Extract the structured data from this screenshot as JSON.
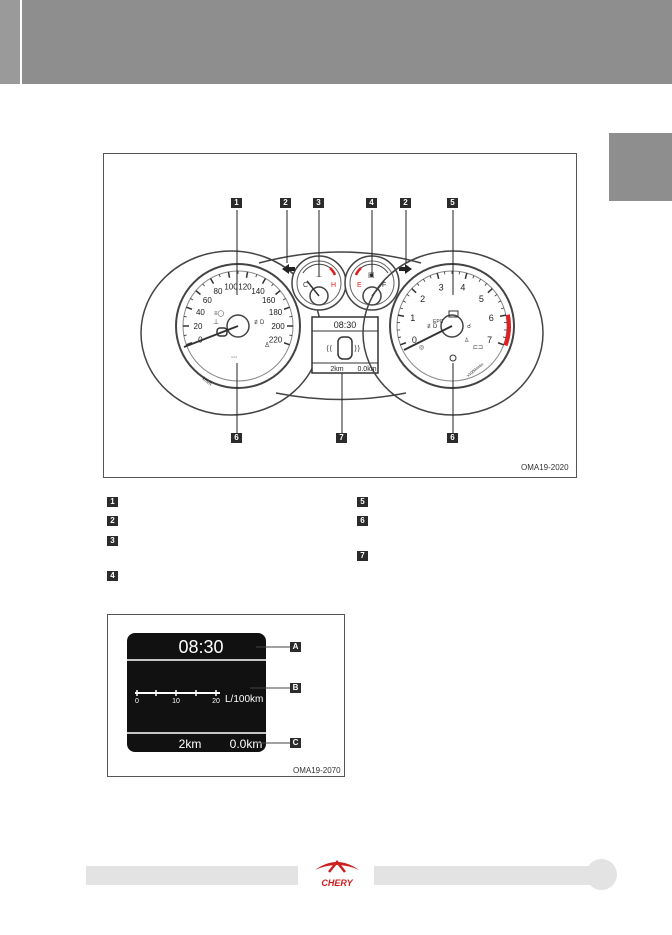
{
  "figure1": {
    "code": "OMA19-2020",
    "speedometer": {
      "ticks": [
        "0",
        "20",
        "40",
        "60",
        "80",
        "100",
        "120",
        "140",
        "160",
        "180",
        "200",
        "220"
      ],
      "unit": "km/h"
    },
    "tachometer": {
      "ticks": [
        "0",
        "1",
        "2",
        "3",
        "4",
        "5",
        "6",
        "7"
      ],
      "unit": "x1000r/min",
      "epc_label": "EPC"
    },
    "temp_gauge": {
      "cold": "C",
      "hot": "H"
    },
    "fuel_gauge": {
      "empty": "E",
      "full": "F"
    },
    "mini_display": {
      "time": "08:30",
      "range": "2km",
      "trip": "0.0km"
    },
    "callouts": [
      "1",
      "2",
      "3",
      "4",
      "2",
      "5",
      "6",
      "7",
      "6"
    ]
  },
  "legend": {
    "left": [
      "1",
      "2",
      "3",
      "4"
    ],
    "right": [
      "5",
      "6",
      "7"
    ]
  },
  "figure2": {
    "code": "OMA19-2070",
    "time": "08:30",
    "scale": [
      "0",
      "10",
      "20"
    ],
    "unit": "L/100km",
    "range": "2km",
    "trip": "0.0km",
    "callouts": [
      "A",
      "B",
      "C"
    ]
  },
  "footer": {
    "brand": "CHERY"
  },
  "colors": {
    "header": "#8e8e8e",
    "redzone": "#e02020",
    "lcd": "#111111"
  }
}
